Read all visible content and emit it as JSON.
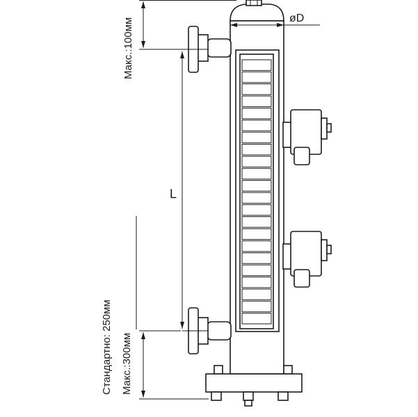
{
  "labels": {
    "diameter": "øD",
    "length": "L",
    "top_max": "Макс.:100мм",
    "bottom_standard": "Стандартно: 250мм",
    "bottom_max": "Макс.:300мм"
  }
}
